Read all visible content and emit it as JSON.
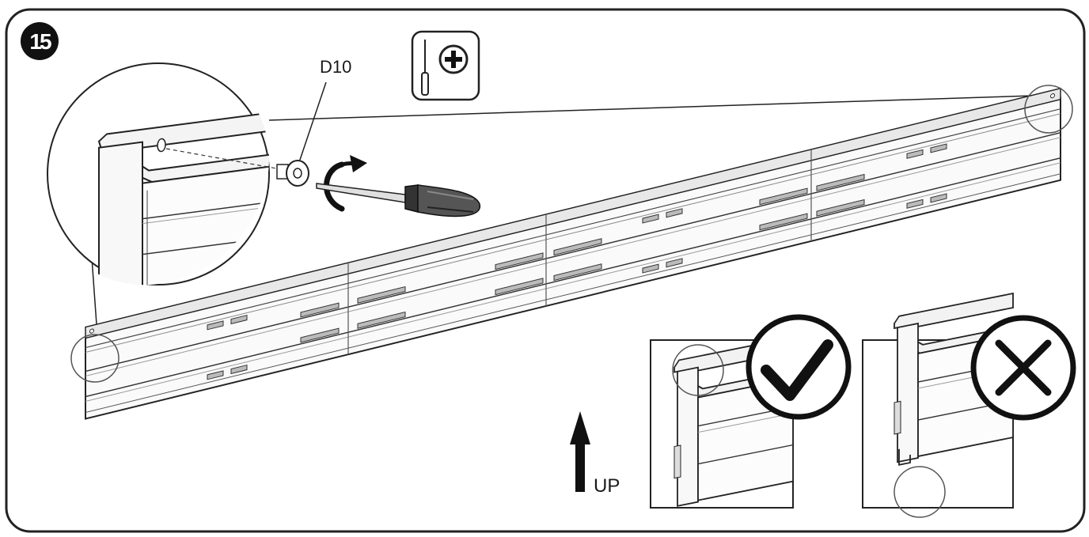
{
  "step": {
    "number": "15"
  },
  "part": {
    "label": "D10"
  },
  "tool": {
    "icon": "phillips-screwdriver-icon"
  },
  "direction": {
    "label": "UP"
  },
  "examples": {
    "correct_icon": "checkmark-circle-icon",
    "incorrect_icon": "x-circle-icon"
  },
  "colors": {
    "line": "#222222",
    "light": "#f4f4f4",
    "shade": "#d9d9d9",
    "dark": "#111111"
  }
}
